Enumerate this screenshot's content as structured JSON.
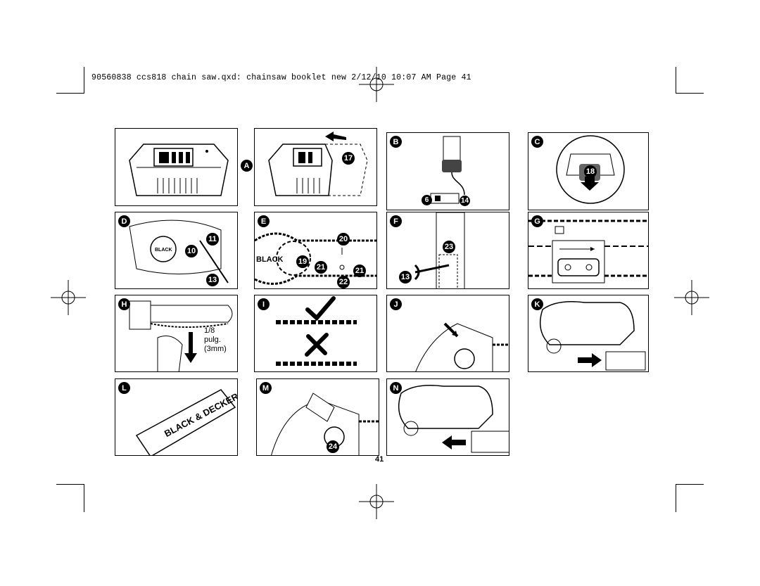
{
  "header": {
    "text": "90560838 ccs818 chain saw.qxd: chainsaw booklet new  2/12/10  10:07 AM  Page 41"
  },
  "page_number": "41",
  "figures": {
    "A": {
      "letter": "A",
      "callouts": [
        "17"
      ]
    },
    "B": {
      "letter": "B",
      "callouts": [
        "6",
        "14"
      ]
    },
    "C": {
      "letter": "C",
      "callouts": [
        "18"
      ]
    },
    "D": {
      "letter": "D",
      "callouts": [
        "11",
        "10",
        "13"
      ]
    },
    "E": {
      "letter": "E",
      "callouts": [
        "20",
        "19",
        "21",
        "21",
        "22"
      ]
    },
    "F": {
      "letter": "F",
      "callouts": [
        "23",
        "13"
      ]
    },
    "G": {
      "letter": "G"
    },
    "H": {
      "letter": "H",
      "measure": [
        "1/8",
        "pulg.",
        "(3mm)"
      ]
    },
    "I": {
      "letter": "I"
    },
    "J": {
      "letter": "J"
    },
    "K": {
      "letter": "K"
    },
    "L": {
      "letter": "L",
      "logo": "BLACK & DECKER"
    },
    "M": {
      "letter": "M",
      "callouts": [
        "24"
      ]
    },
    "N": {
      "letter": "N"
    }
  },
  "colors": {
    "ink": "#000000",
    "paper": "#ffffff",
    "shade": "#cfcfcf"
  }
}
